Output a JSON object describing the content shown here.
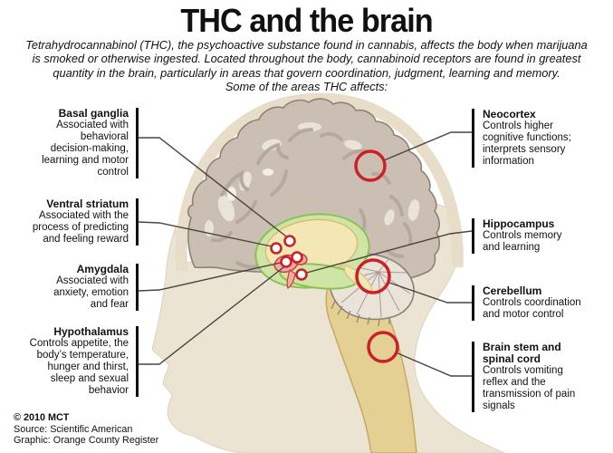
{
  "title": "THC and the brain",
  "intro": {
    "lines": [
      "Tetrahydrocannabinol (THC), the psychoactive substance found in cannabis, affects the body when marijuana",
      "is smoked or otherwise ingested. Located throughout the body, cannabinoid receptors are found in greatest",
      "quantity in the brain, particularly in areas that govern coordination, judgment, learning and memory.",
      "Some of the areas THC affects:"
    ]
  },
  "labels": {
    "left": [
      {
        "name": "Basal ganglia",
        "lines": [
          "Associated with",
          "behavioral",
          "decision-making,",
          "learning and motor",
          "control"
        ]
      },
      {
        "name": "Ventral striatum",
        "lines": [
          "Associated with the",
          "process of predicting",
          "and feeling reward"
        ]
      },
      {
        "name": "Amygdala",
        "lines": [
          "Associated with",
          "anxiety, emotion",
          "and fear"
        ]
      },
      {
        "name": "Hypothalamus",
        "lines": [
          "Controls appetite, the",
          "body’s temperature,",
          "hunger and thirst,",
          "sleep and sexual",
          "behavior"
        ]
      }
    ],
    "right": [
      {
        "name": "Neocortex",
        "lines": [
          "Controls higher",
          "cognitive functions;",
          "interprets sensory",
          "information"
        ]
      },
      {
        "name": "Hippocampus",
        "lines": [
          "Controls memory",
          "and learning"
        ]
      },
      {
        "name": "Cerebellum",
        "lines": [
          "Controls coordination",
          "and motor control"
        ]
      },
      {
        "name": "Brain stem and spinal cord",
        "name_lines": [
          "Brain stem and",
          "spinal cord"
        ],
        "lines": [
          "Controls vomiting",
          "reflex and the",
          "transmission of pain",
          "signals"
        ]
      }
    ]
  },
  "markers": {
    "small_ring_markers": [
      "basal-ganglia",
      "ventral-striatum",
      "amygdala",
      "hypothalamus",
      "hippocampus"
    ],
    "large_circle_markers": [
      "neocortex",
      "cerebellum",
      "brain-stem"
    ]
  },
  "footer": {
    "copyright": "© 2010 MCT",
    "source": "Source: Scientific American",
    "credit": "Graphic: Orange County Register"
  },
  "colors": {
    "accent_red": "#cc2027",
    "leader_line": "#4c443e",
    "silhouette": "#ebe4d3",
    "skull_arc": "#e8ddc8",
    "brain": "#cbbfb4",
    "brain_outline": "#8e8175",
    "gyri_shadow": "#b3a69b",
    "gyri_highlight": "#e9e3da",
    "region_yellow": "#f4e7b6",
    "region_green": "#cfe5a5",
    "region_pink": "#eeaca6",
    "spinal_cord": "#e5d093",
    "text": "#111111"
  }
}
